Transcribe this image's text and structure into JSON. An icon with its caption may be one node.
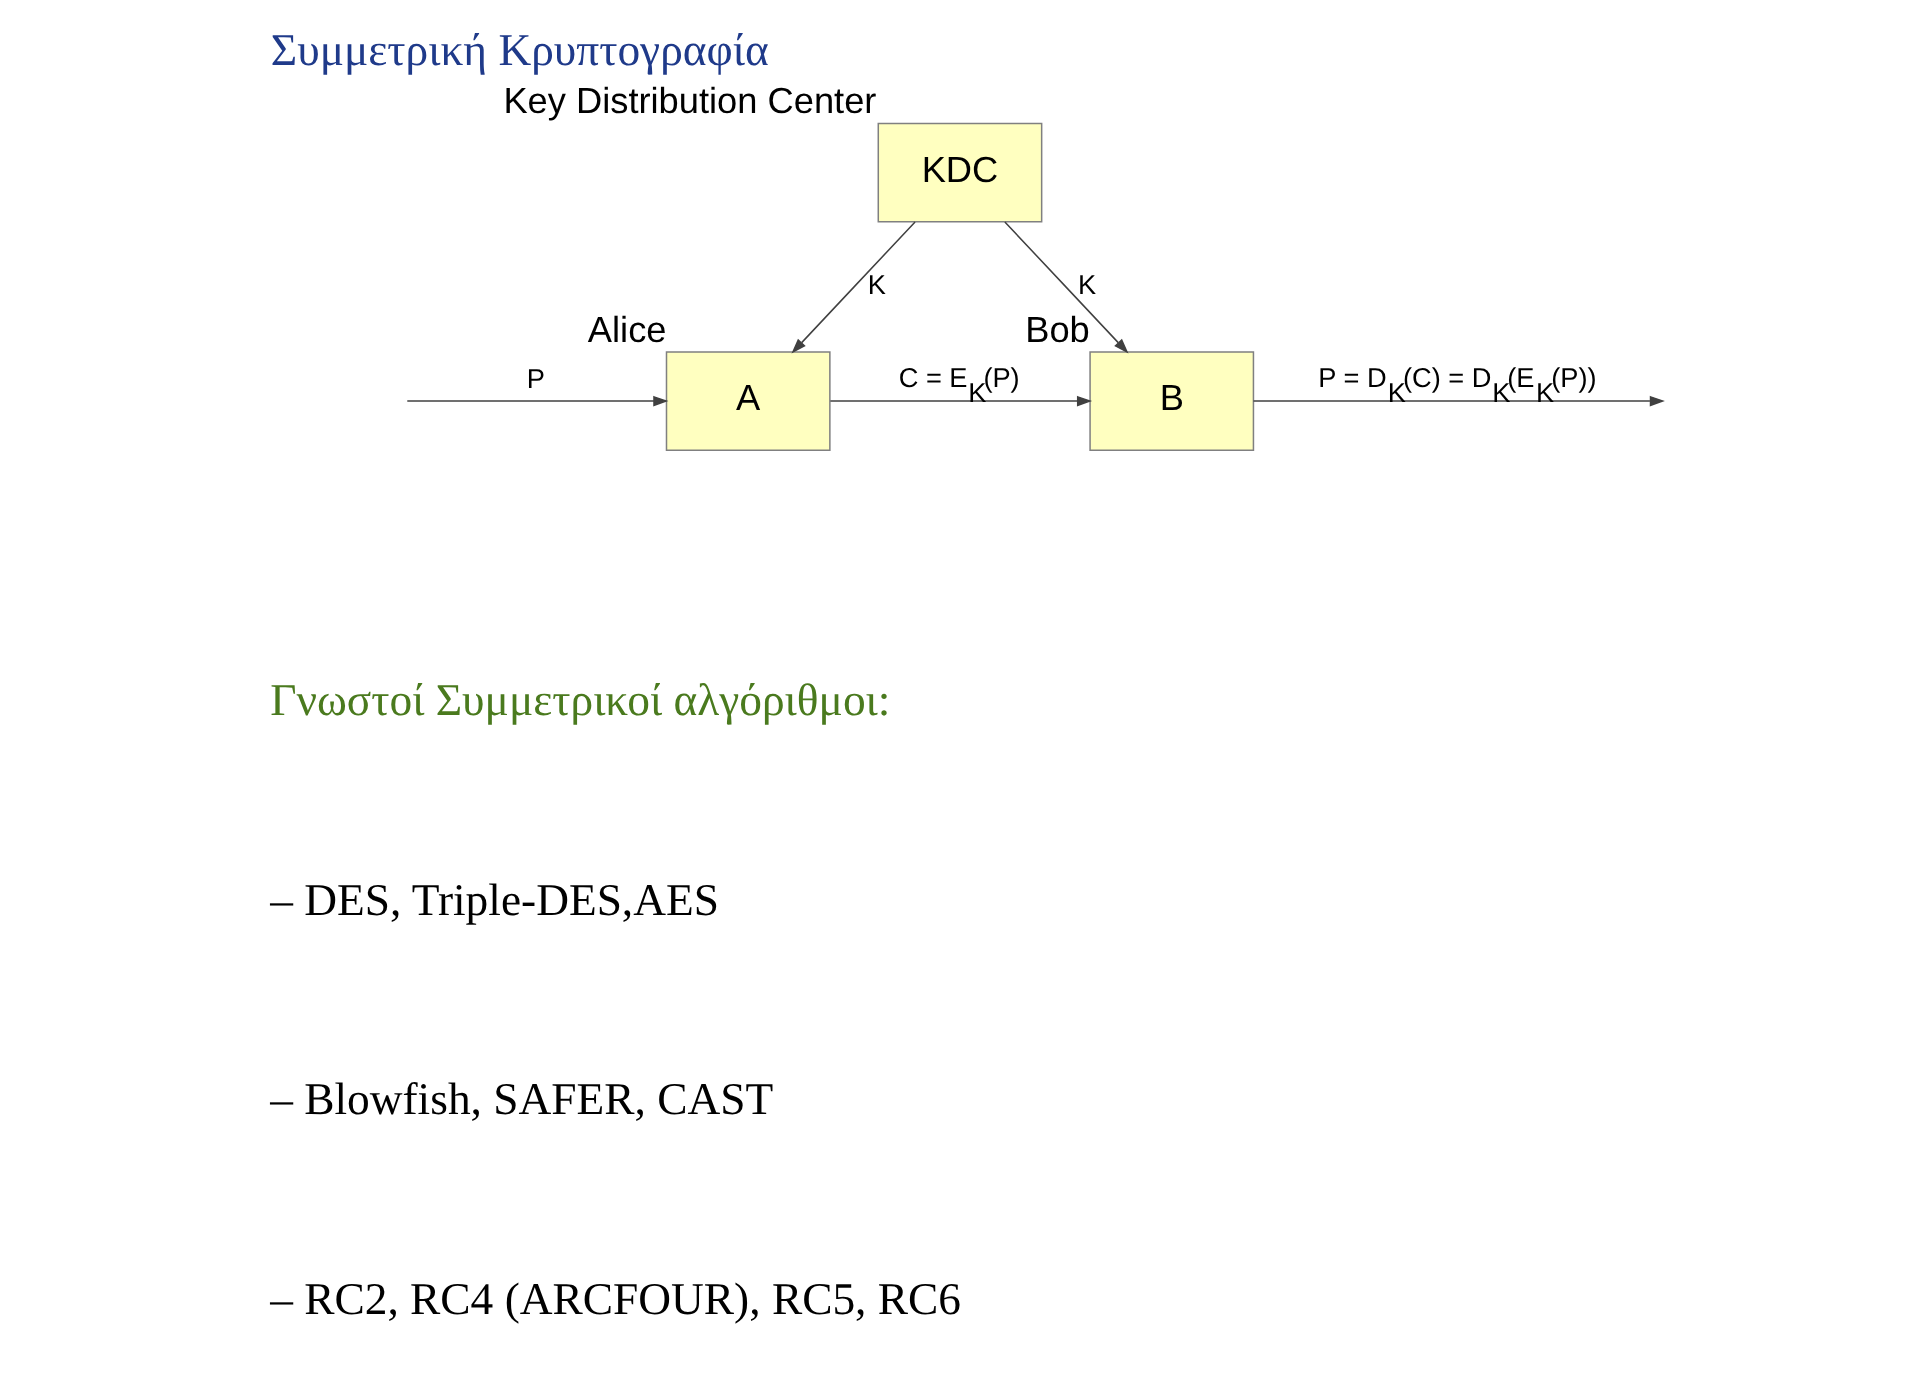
{
  "diagram": {
    "title": "Συμμετρική Κρυπτογραφία",
    "nodes": [
      {
        "text": [
          "KDC"
        ],
        "beside": [
          "Key Distribution Center"
        ]
      },
      {
        "text": [
          "A"
        ],
        "beside": [
          "Alice"
        ]
      },
      {
        "text": [
          "B"
        ],
        "beside": [
          "Bob"
        ]
      }
    ],
    "edges": [
      {
        "from": 0,
        "to": 1,
        "arrow": "to",
        "label": "K"
      },
      {
        "from": 0,
        "to": 2,
        "arrow": "to",
        "label": "K"
      },
      {
        "from": null,
        "to": 1,
        "arrow": "to",
        "label": "P"
      },
      {
        "from": 1,
        "to": 2,
        "arrow": "to",
        "label": "C = E$_{K}$(P)"
      },
      {
        "from": 2,
        "to": null,
        "arrow": "to",
        "label": "P = D$_{K}$(C) = D$_{K}$(E$_{K}$(P))"
      }
    ],
    "labels": [
      "Γνωστοί Συμμετρικοί αλγόριθμοι:",
      "– DES, Triple-DES,AES",
      "– Blowfish, SAFER, CAST",
      "– RC2, RC4 (ARCFOUR), RC5, RC6"
    ]
  }
}
